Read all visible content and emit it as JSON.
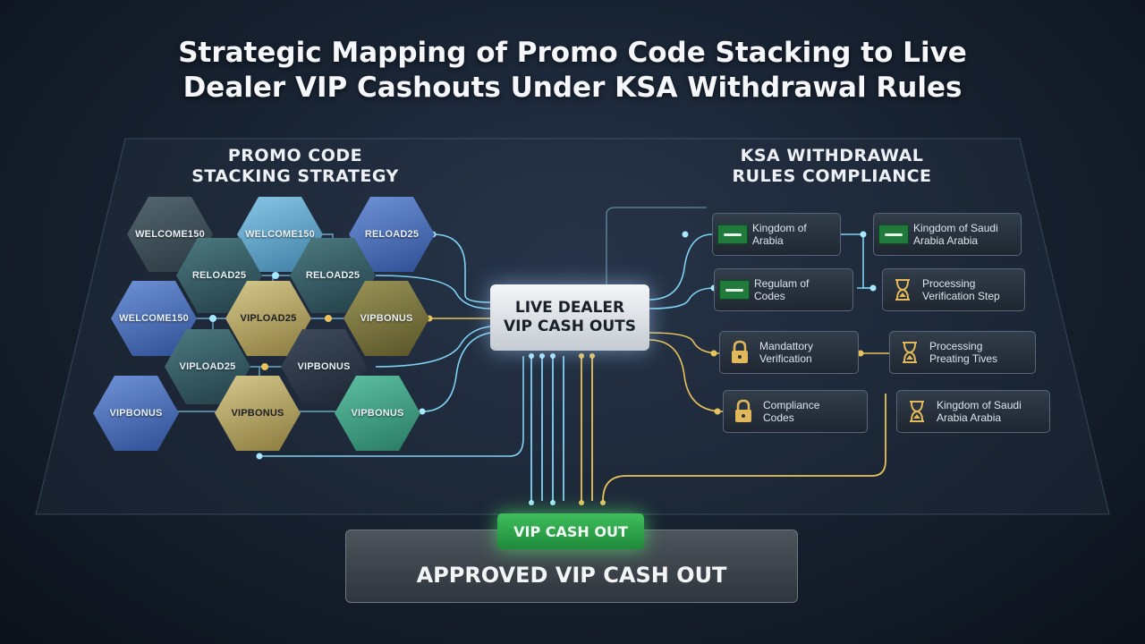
{
  "title": {
    "line1": "Strategic Mapping of Promo Code Stacking to Live",
    "line2": "Dealer VIP Cashouts Under KSA Withdrawal Rules"
  },
  "promo_section": {
    "heading_line1": "PROMO CODE",
    "heading_line2": "STACKING STRATEGY",
    "codes": [
      {
        "label": "WELCOME150",
        "style": "gray"
      },
      {
        "label": "WELCOME150",
        "style": "light"
      },
      {
        "label": "RELOAD25",
        "style": "blue"
      },
      {
        "label": "RELOAD25",
        "style": "teal"
      },
      {
        "label": "RELOAD25",
        "style": "teal"
      },
      {
        "label": "WELCOME150",
        "style": "blue"
      },
      {
        "label": "VIPLOAD25",
        "style": "gold"
      },
      {
        "label": "VIPBONUS",
        "style": "olive"
      },
      {
        "label": "VIPLOAD25",
        "style": "teal"
      },
      {
        "label": "VIPBONUS",
        "style": "dark"
      },
      {
        "label": "VIPBONUS",
        "style": "blue"
      },
      {
        "label": "VIPBONUS",
        "style": "gold"
      },
      {
        "label": "VIPBONUS",
        "style": "green"
      }
    ]
  },
  "hub": {
    "line1": "LIVE DEALER",
    "line2": "VIP CASH OUTS"
  },
  "ksa_section": {
    "heading_line1": "KSA WITHDRAWAL",
    "heading_line2": "RULES COMPLIANCE",
    "rules": [
      {
        "icon": "saudi-flag-icon",
        "line1": "Kingdom of",
        "line2": "Arabia"
      },
      {
        "icon": "saudi-flag-icon",
        "line1": "Kingdom of Saudi",
        "line2": "Arabia Arabia"
      },
      {
        "icon": "saudi-flag-icon",
        "line1": "Regulam of",
        "line2": "Codes"
      },
      {
        "icon": "hourglass-icon",
        "line1": "Processing",
        "line2": "Verification Step"
      },
      {
        "icon": "padlock-icon",
        "line1": "Mandattory",
        "line2": "Verification"
      },
      {
        "icon": "hourglass-icon",
        "line1": "Processing",
        "line2": "Preating Tives"
      },
      {
        "icon": "padlock-icon",
        "line1": "Compliance",
        "line2": "Codes"
      },
      {
        "icon": "hourglass-icon",
        "line1": "Kingdom of Saudi",
        "line2": "Arabia Arabia"
      }
    ]
  },
  "vip_pill": "VIP CASH OUT",
  "approved": "APPROVED VIP CASH OUT",
  "colors": {
    "connector_blue": "#7fd2f4",
    "connector_gold": "#e8c35c",
    "node_glow": "#a8e8ff",
    "approved_green": "#2fa84d"
  }
}
